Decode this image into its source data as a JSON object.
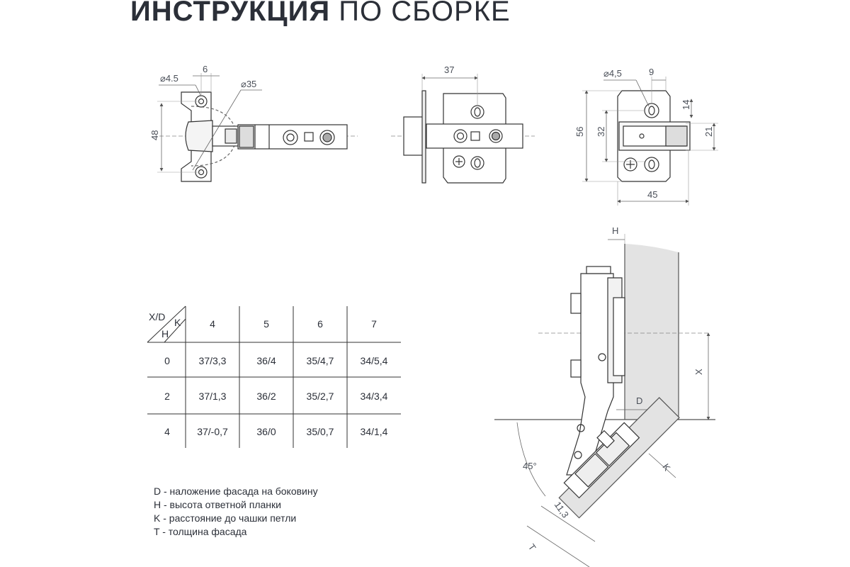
{
  "title": {
    "bold": "ИНСТРУКЦИЯ",
    "normal": "ПО СБОРКЕ"
  },
  "views": {
    "front": {
      "hole_dia": "⌀4.5",
      "hole_offset": "6",
      "cup_dia": "⌀35",
      "height": "48"
    },
    "side": {
      "length": "37"
    },
    "plate": {
      "hole_dia": "⌀4,5",
      "hole_offset": "9",
      "hole_depth": "14",
      "height": "56",
      "inner": "32",
      "slot": "21",
      "width": "45"
    }
  },
  "table": {
    "header_xd": "X/D",
    "header_k": "K",
    "header_h": "H",
    "columns": [
      "4",
      "5",
      "6",
      "7"
    ],
    "rows": [
      {
        "h": "0",
        "cells": [
          "37/3,3",
          "36/4",
          "35/4,7",
          "34/5,4"
        ]
      },
      {
        "h": "2",
        "cells": [
          "37/1,3",
          "36/2",
          "35/2,7",
          "34/3,4"
        ]
      },
      {
        "h": "4",
        "cells": [
          "37/-0,7",
          "36/0",
          "35/0,7",
          "34/1,4"
        ]
      }
    ]
  },
  "install": {
    "h": "H",
    "x": "X",
    "d": "D",
    "angle": "45°",
    "k": "K",
    "offset": "11,3",
    "t": "T"
  },
  "legend": [
    "D - наложение фасада на боковину",
    "H - высота ответной планки",
    "K - расстояние до чашки петли",
    "T - толщина фасада"
  ]
}
